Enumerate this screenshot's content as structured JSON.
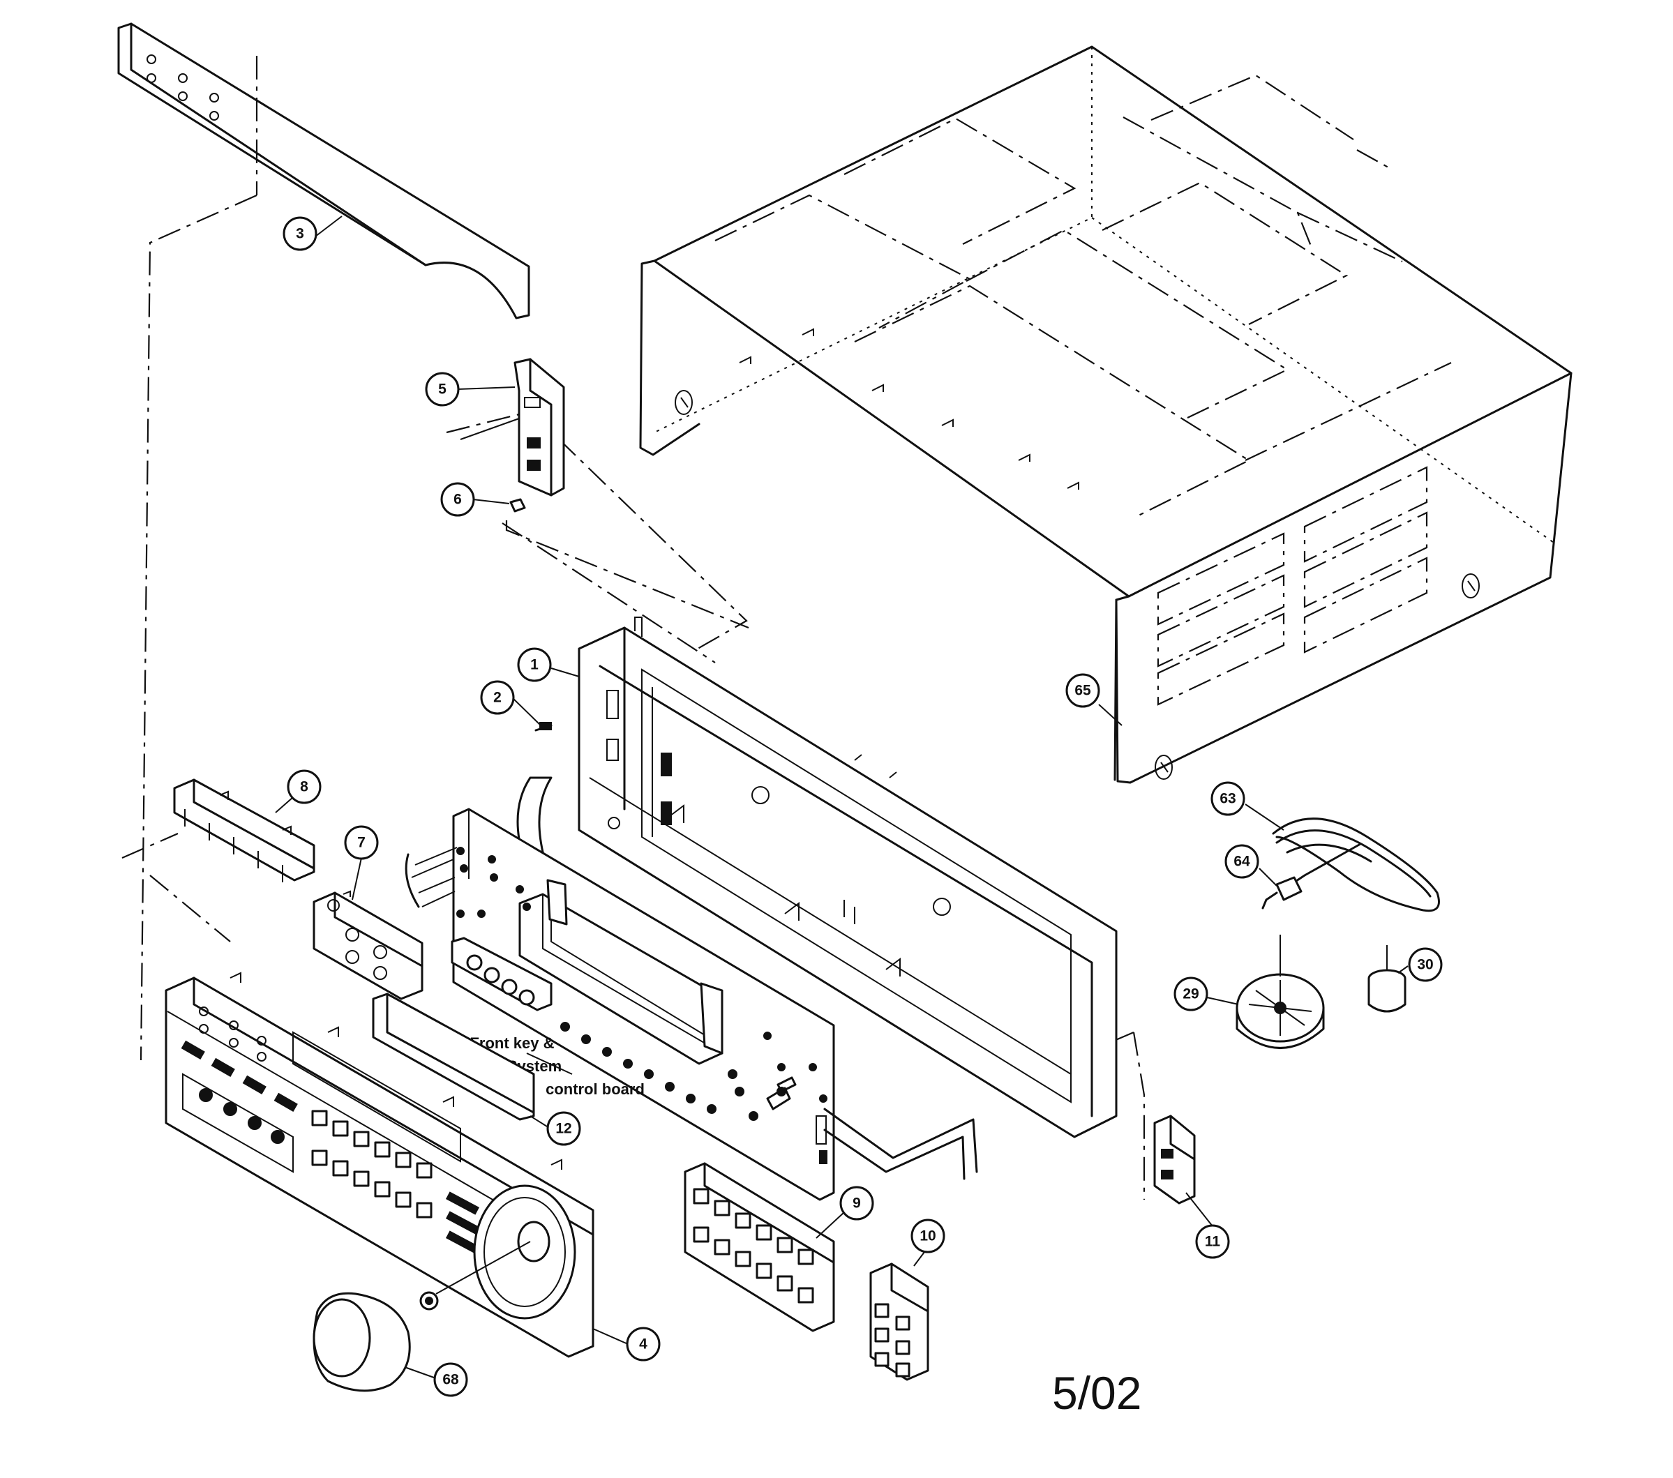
{
  "date_label": "5/02",
  "board_label": [
    "Front key &",
    "System",
    "control board"
  ],
  "callouts": [
    "1",
    "2",
    "3",
    "4",
    "5",
    "6",
    "7",
    "8",
    "9",
    "10",
    "11",
    "12",
    "29",
    "30",
    "63",
    "64",
    "65",
    "68"
  ],
  "parts": [
    "front-chassis-panel",
    "screw",
    "top-bracket",
    "front-panel",
    "jack-holder-top",
    "clip",
    "input-jack-holder",
    "button-strip",
    "keypad-button-set",
    "small-button-block",
    "side-jack-holder",
    "display-window",
    "foot",
    "foot-cushion",
    "power-cord",
    "power-plug",
    "top-cover",
    "volume-knob"
  ]
}
